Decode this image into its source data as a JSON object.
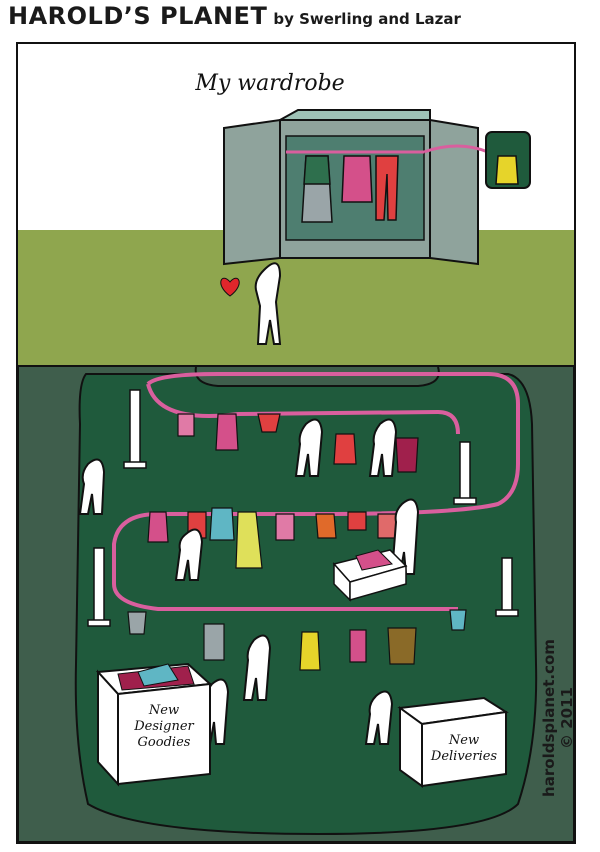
{
  "strip": {
    "title": "HAROLD’S PLANET",
    "byline": "by Swerling and Lazar",
    "side_credit": "haroldsplanet.com © 2011"
  },
  "panel": {
    "caption": "My wardrobe",
    "box_left_lines": [
      "New",
      "Designer",
      "Goodies"
    ],
    "box_right_lines": [
      "New",
      "Deliveries"
    ]
  },
  "colors": {
    "sky": "#ffffff",
    "grass": "#8fa64e",
    "underground_outer": "#3f5e4c",
    "underground_inner": "#1f5a3c",
    "wardrobe": "#8fa39c",
    "rail": "#d95f9e",
    "heart": "#e0262b"
  }
}
